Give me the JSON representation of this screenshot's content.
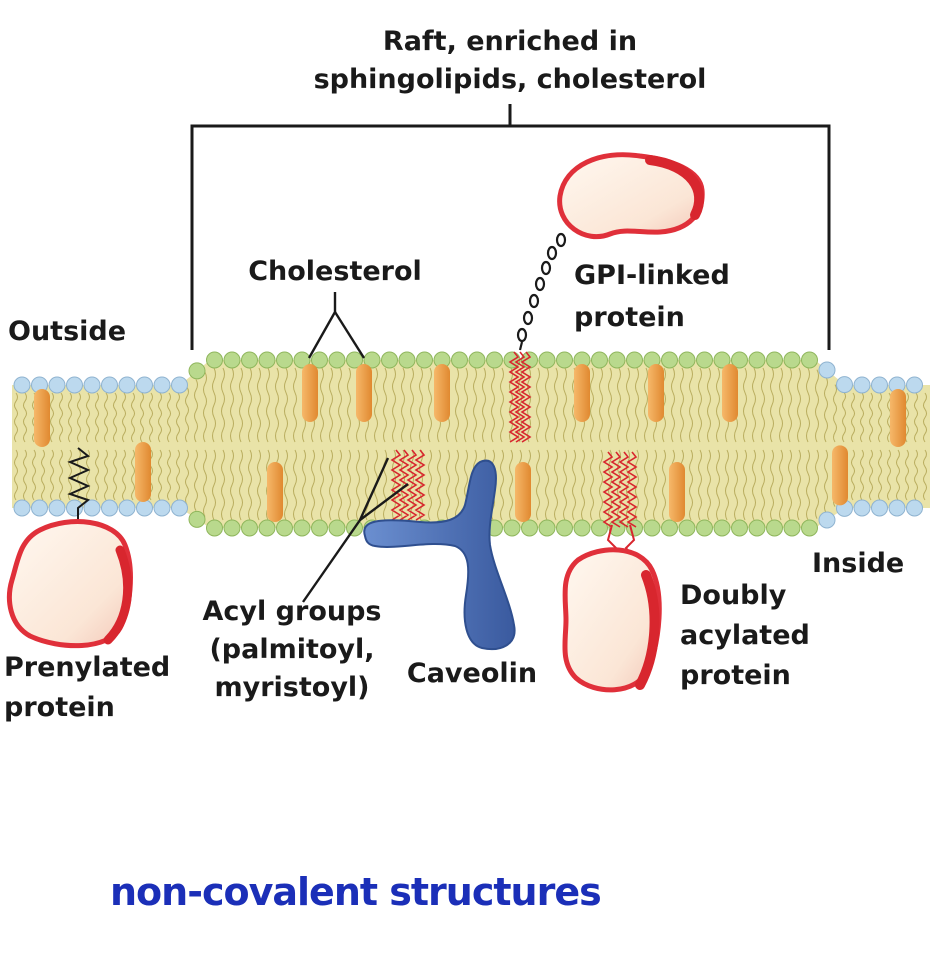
{
  "labels": {
    "raft_line1": "Raft, enriched in",
    "raft_line2": "sphingolipids, cholesterol",
    "cholesterol": "Cholesterol",
    "gpi_line1": "GPI-linked",
    "gpi_line2": "protein",
    "outside": "Outside",
    "inside": "Inside",
    "prenylated_line1": "Prenylated",
    "prenylated_line2": "protein",
    "acyl_line1": "Acyl groups",
    "acyl_line2": "(palmitoyl,",
    "acyl_line3": "myristoyl)",
    "caveolin": "Caveolin",
    "doubly_line1": "Doubly",
    "doubly_line2": "acylated",
    "doubly_line3": "protein"
  },
  "handwritten_note": "non-covalent structures",
  "colors": {
    "headgroup_normal": "#bcd9ee",
    "headgroup_raft": "#b9d98d",
    "tail": "#e9e3a8",
    "cholesterol": "#f0a04a",
    "protein_fill": "#fdf0e4",
    "protein_edge": "#e0303a",
    "caveolin": "#4b6fb3",
    "acyl": "#d8262e",
    "handwriting": "#1b2fb8"
  }
}
